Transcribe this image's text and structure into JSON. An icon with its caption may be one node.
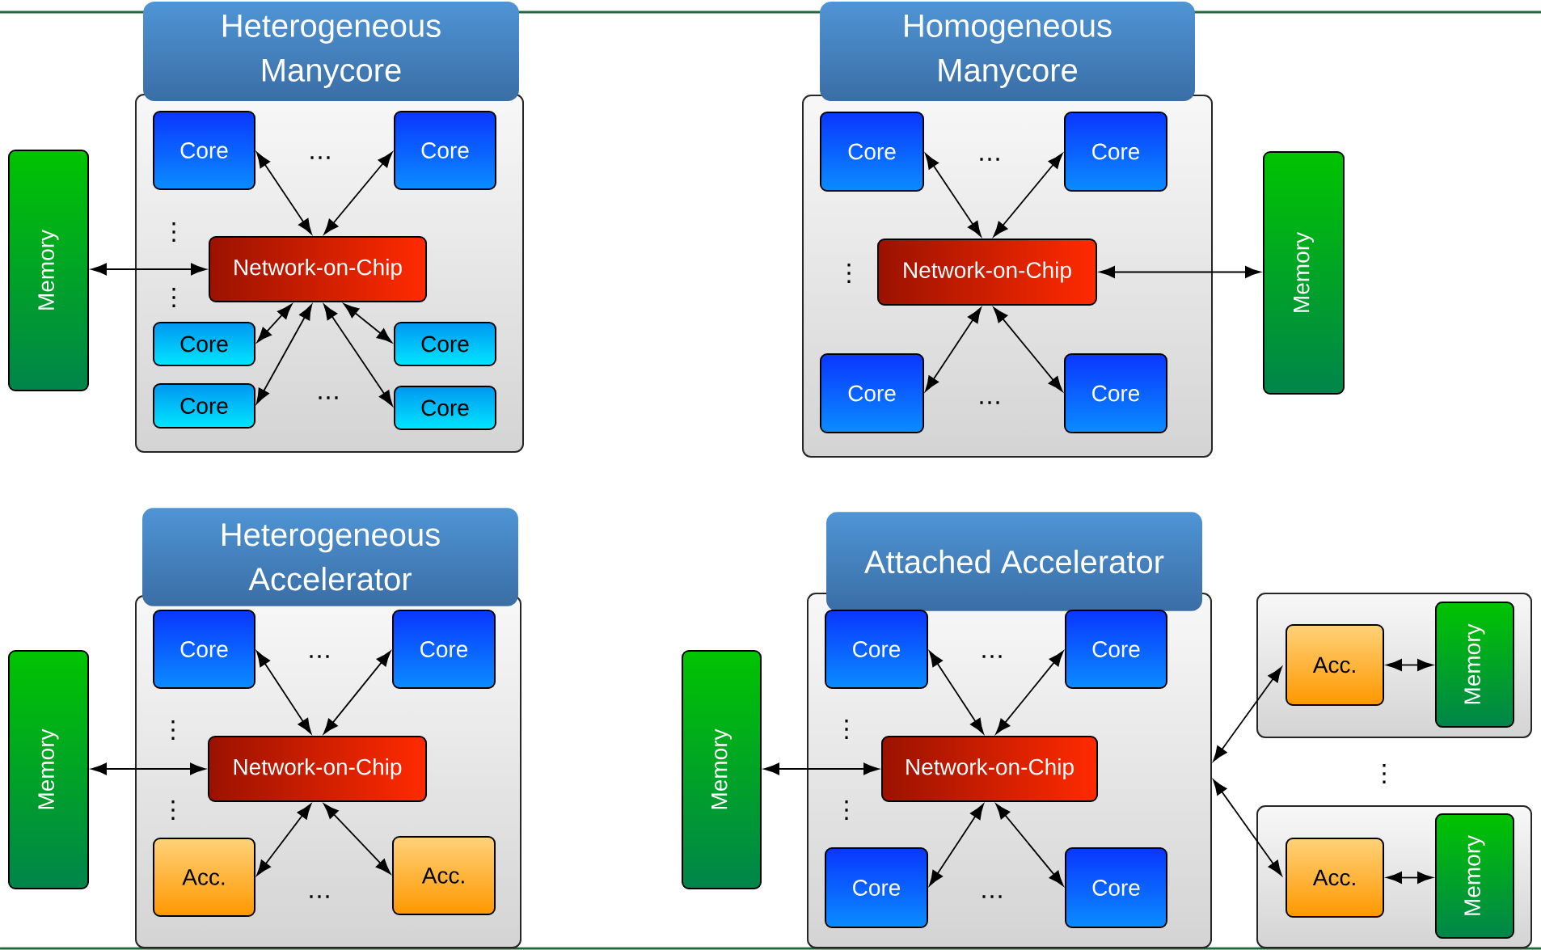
{
  "diagram": {
    "nodes": [
      {
        "text": [
          "Heterogeneous Manycore"
        ]
      },
      {
        "text": [
          "Memory"
        ]
      },
      {
        "text": [],
        "shape": "box"
      },
      {
        "text": [
          "Core"
        ],
        "in": 2
      },
      {
        "text": [
          "Core"
        ],
        "in": 2
      },
      {
        "text": [
          "Network-on-Chip"
        ],
        "in": 2
      },
      {
        "text": [
          "Core"
        ],
        "in": 2
      },
      {
        "text": [
          "Core"
        ],
        "in": 2
      },
      {
        "text": [
          "Core"
        ],
        "in": 2
      },
      {
        "text": [
          "Core"
        ],
        "in": 2
      },
      {
        "text": [
          "Homogeneous Manycore"
        ]
      },
      {
        "text": [],
        "shape": "box"
      },
      {
        "text": [
          "Core"
        ],
        "in": 11
      },
      {
        "text": [
          "Core"
        ],
        "in": 11
      },
      {
        "text": [
          "Network-on-Chip"
        ],
        "in": 11
      },
      {
        "text": [
          "Core"
        ],
        "in": 11
      },
      {
        "text": [
          "Core"
        ],
        "in": 11
      },
      {
        "text": [
          "Memory"
        ]
      },
      {
        "text": [
          "Heterogeneous Accelerator"
        ]
      },
      {
        "text": [
          "Memory"
        ]
      },
      {
        "text": [],
        "shape": "box"
      },
      {
        "text": [
          "Core"
        ],
        "in": 20
      },
      {
        "text": [
          "Core"
        ],
        "in": 20
      },
      {
        "text": [
          "Network-on-Chip"
        ],
        "in": 20
      },
      {
        "text": [
          "Acc."
        ],
        "in": 20
      },
      {
        "text": [
          "Acc."
        ],
        "in": 20
      },
      {
        "text": [
          "Attached Accelerator"
        ]
      },
      {
        "text": [
          "Memory"
        ]
      },
      {
        "text": [],
        "shape": "box"
      },
      {
        "text": [
          "Core"
        ],
        "in": 28
      },
      {
        "text": [
          "Core"
        ],
        "in": 28
      },
      {
        "text": [
          "Network-on-Chip"
        ],
        "in": 28
      },
      {
        "text": [
          "Core"
        ],
        "in": 28
      },
      {
        "text": [
          "Core"
        ],
        "in": 28
      },
      {
        "text": [],
        "shape": "box"
      },
      {
        "text": [
          "Acc."
        ],
        "in": 34
      },
      {
        "text": [
          "Memory"
        ],
        "in": 34
      },
      {
        "text": [],
        "shape": "box"
      },
      {
        "text": [
          "Acc."
        ],
        "in": 37
      },
      {
        "text": [
          "Memory"
        ],
        "in": 37
      }
    ],
    "edges": [
      {
        "from": 5,
        "to": 3,
        "arrow": "both"
      },
      {
        "from": 5,
        "to": 4,
        "arrow": "both"
      },
      {
        "from": 1,
        "to": 5,
        "arrow": "both"
      },
      {
        "from": 5,
        "to": 6,
        "arrow": "both"
      },
      {
        "from": 5,
        "to": 7,
        "arrow": "both"
      },
      {
        "from": 5,
        "to": 8,
        "arrow": "both"
      },
      {
        "from": 5,
        "to": 9,
        "arrow": "both"
      },
      {
        "from": 14,
        "to": 12,
        "arrow": "both"
      },
      {
        "from": 14,
        "to": 13,
        "arrow": "both"
      },
      {
        "from": 14,
        "to": 17,
        "arrow": "both"
      },
      {
        "from": 14,
        "to": 15,
        "arrow": "both"
      },
      {
        "from": 14,
        "to": 16,
        "arrow": "both"
      },
      {
        "from": 23,
        "to": 21,
        "arrow": "both"
      },
      {
        "from": 23,
        "to": 22,
        "arrow": "both"
      },
      {
        "from": 19,
        "to": 23,
        "arrow": "both"
      },
      {
        "from": 23,
        "to": 24,
        "arrow": "both"
      },
      {
        "from": 23,
        "to": 25,
        "arrow": "both"
      },
      {
        "from": 31,
        "to": 29,
        "arrow": "both"
      },
      {
        "from": 31,
        "to": 30,
        "arrow": "both"
      },
      {
        "from": 27,
        "to": 31,
        "arrow": "both"
      },
      {
        "from": 31,
        "to": 32,
        "arrow": "both"
      },
      {
        "from": 31,
        "to": 33,
        "arrow": "both"
      },
      {
        "from": 28,
        "to": 35,
        "arrow": "both"
      },
      {
        "from": 35,
        "to": 36,
        "arrow": "both"
      },
      {
        "from": 28,
        "to": 38,
        "arrow": "both"
      },
      {
        "from": 38,
        "to": 39,
        "arrow": "both"
      }
    ],
    "labels": [
      "…",
      "⋮",
      "⋮",
      "…",
      "…",
      "⋮",
      "…",
      "…",
      "⋮",
      "⋮",
      "…",
      "…",
      "⋮",
      "⋮",
      "…",
      "⋮"
    ]
  }
}
